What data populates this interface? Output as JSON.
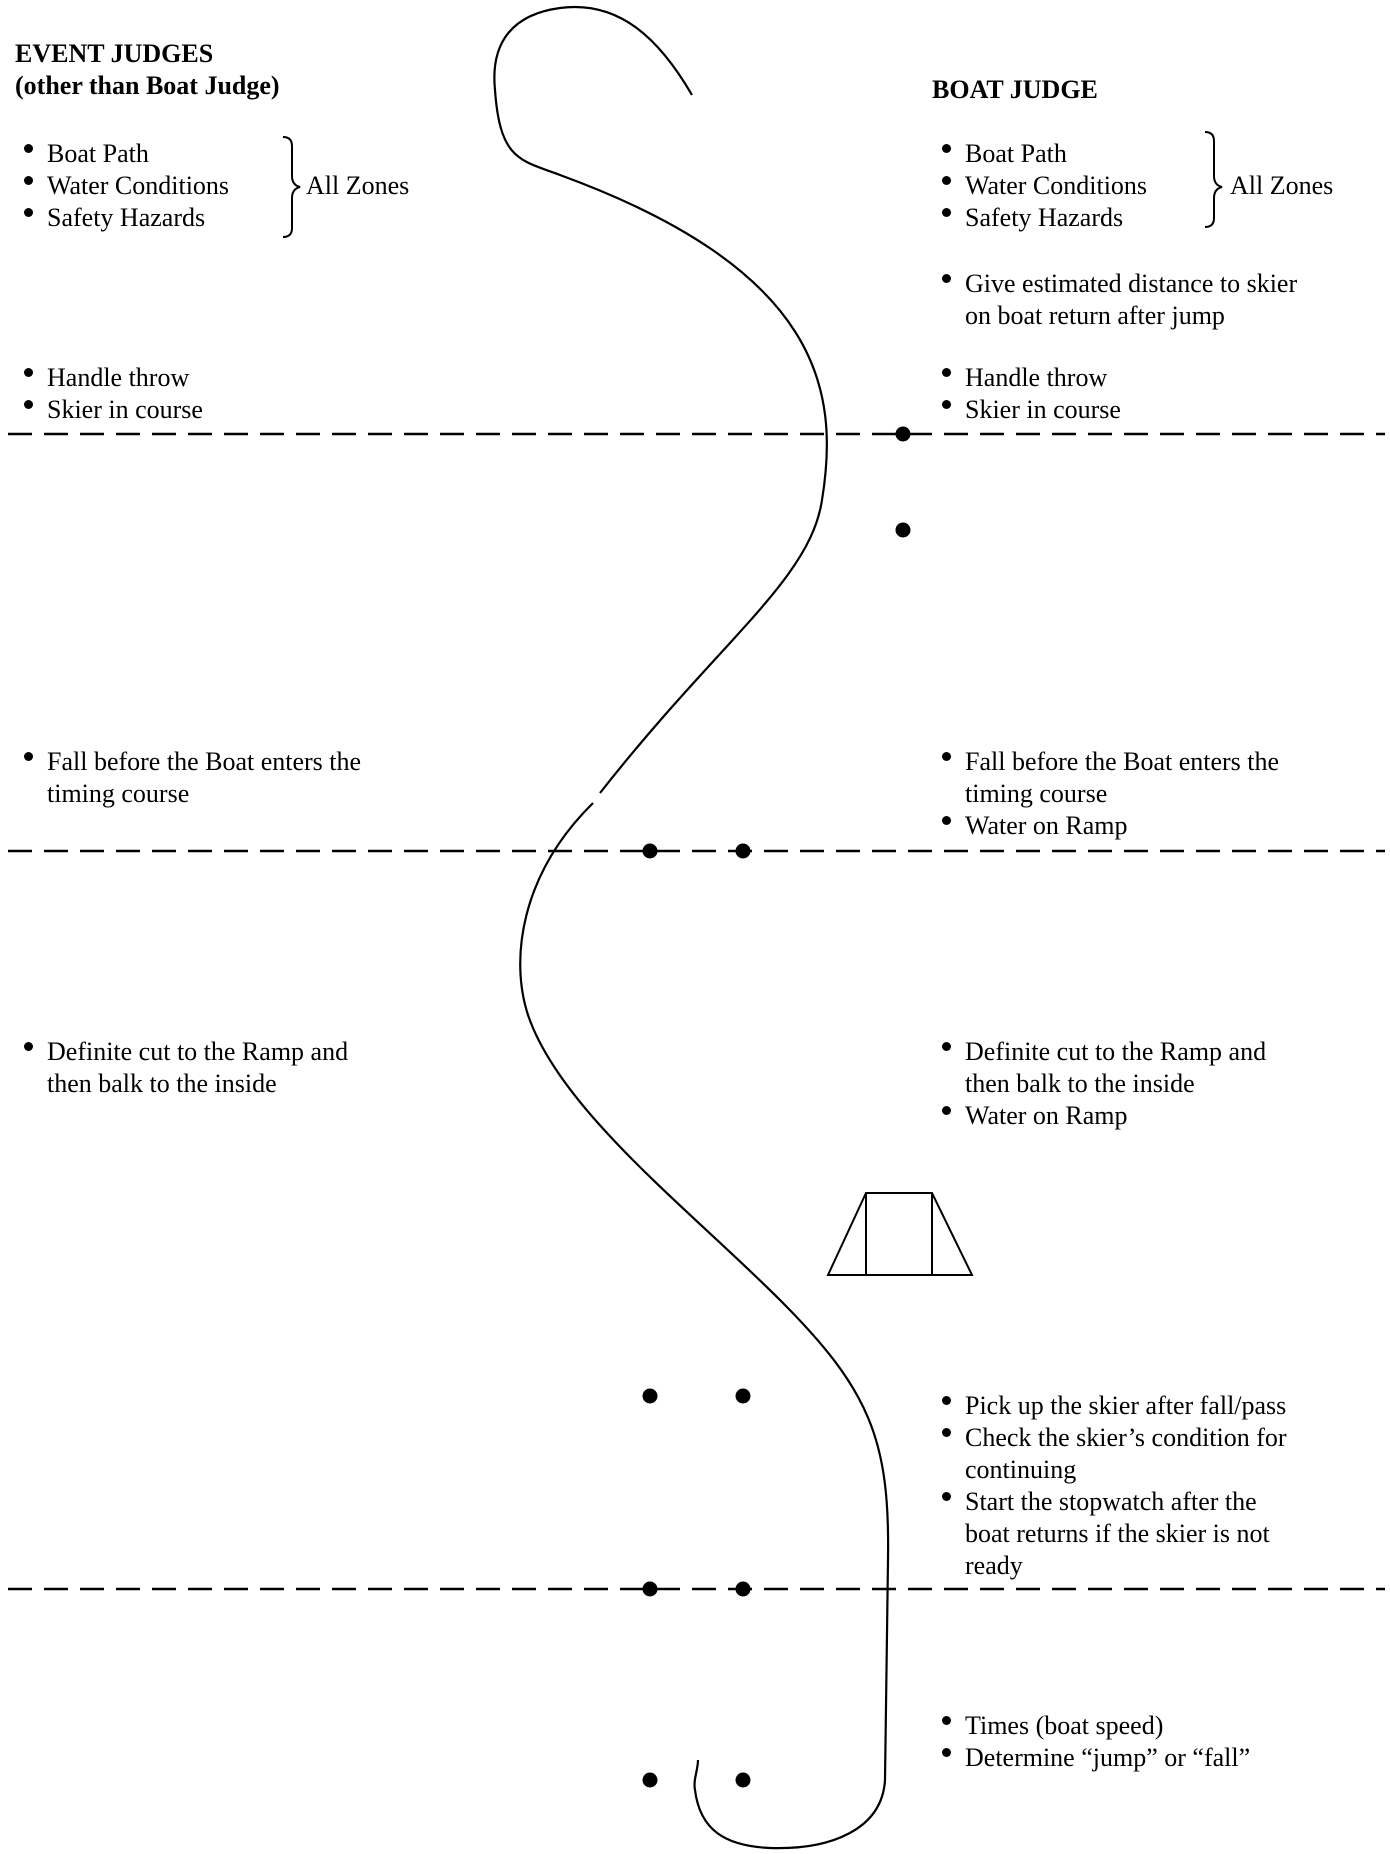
{
  "event_judges": {
    "heading_line1": "EVENT JUDGES",
    "heading_line2": "(other than Boat Judge)",
    "all_zones": {
      "items": [
        "Boat Path",
        "Water Conditions",
        "Safety Hazards"
      ],
      "label": "All Zones"
    },
    "zone1": [
      "Handle throw",
      "Skier in course"
    ],
    "zone2": [
      [
        "Fall before the Boat enters the",
        "timing course"
      ]
    ],
    "zone3": [
      [
        "Definite cut to the Ramp and",
        "then balk to the inside"
      ]
    ]
  },
  "boat_judge": {
    "heading": "BOAT JUDGE",
    "all_zones": {
      "items": [
        "Boat Path",
        "Water Conditions",
        "Safety Hazards"
      ],
      "label": "All Zones"
    },
    "return_note": [
      "Give estimated distance to skier",
      "on boat return after jump"
    ],
    "zone1": [
      "Handle throw",
      "Skier in course"
    ],
    "zone2": [
      [
        "Fall before the Boat enters the",
        "timing course"
      ],
      "Water on Ramp"
    ],
    "zone3": [
      [
        "Definite cut to the Ramp and",
        "then balk to the inside"
      ],
      "Water on Ramp"
    ],
    "zone4": [
      "Pick up the skier after fall/pass",
      [
        "Check the skier’s condition for",
        "continuing"
      ],
      [
        "Start the stopwatch after the",
        "boat returns if the skier is not",
        "ready"
      ]
    ],
    "zone5": [
      "Times (boat speed)",
      "Determine “jump” or “fall”"
    ]
  }
}
